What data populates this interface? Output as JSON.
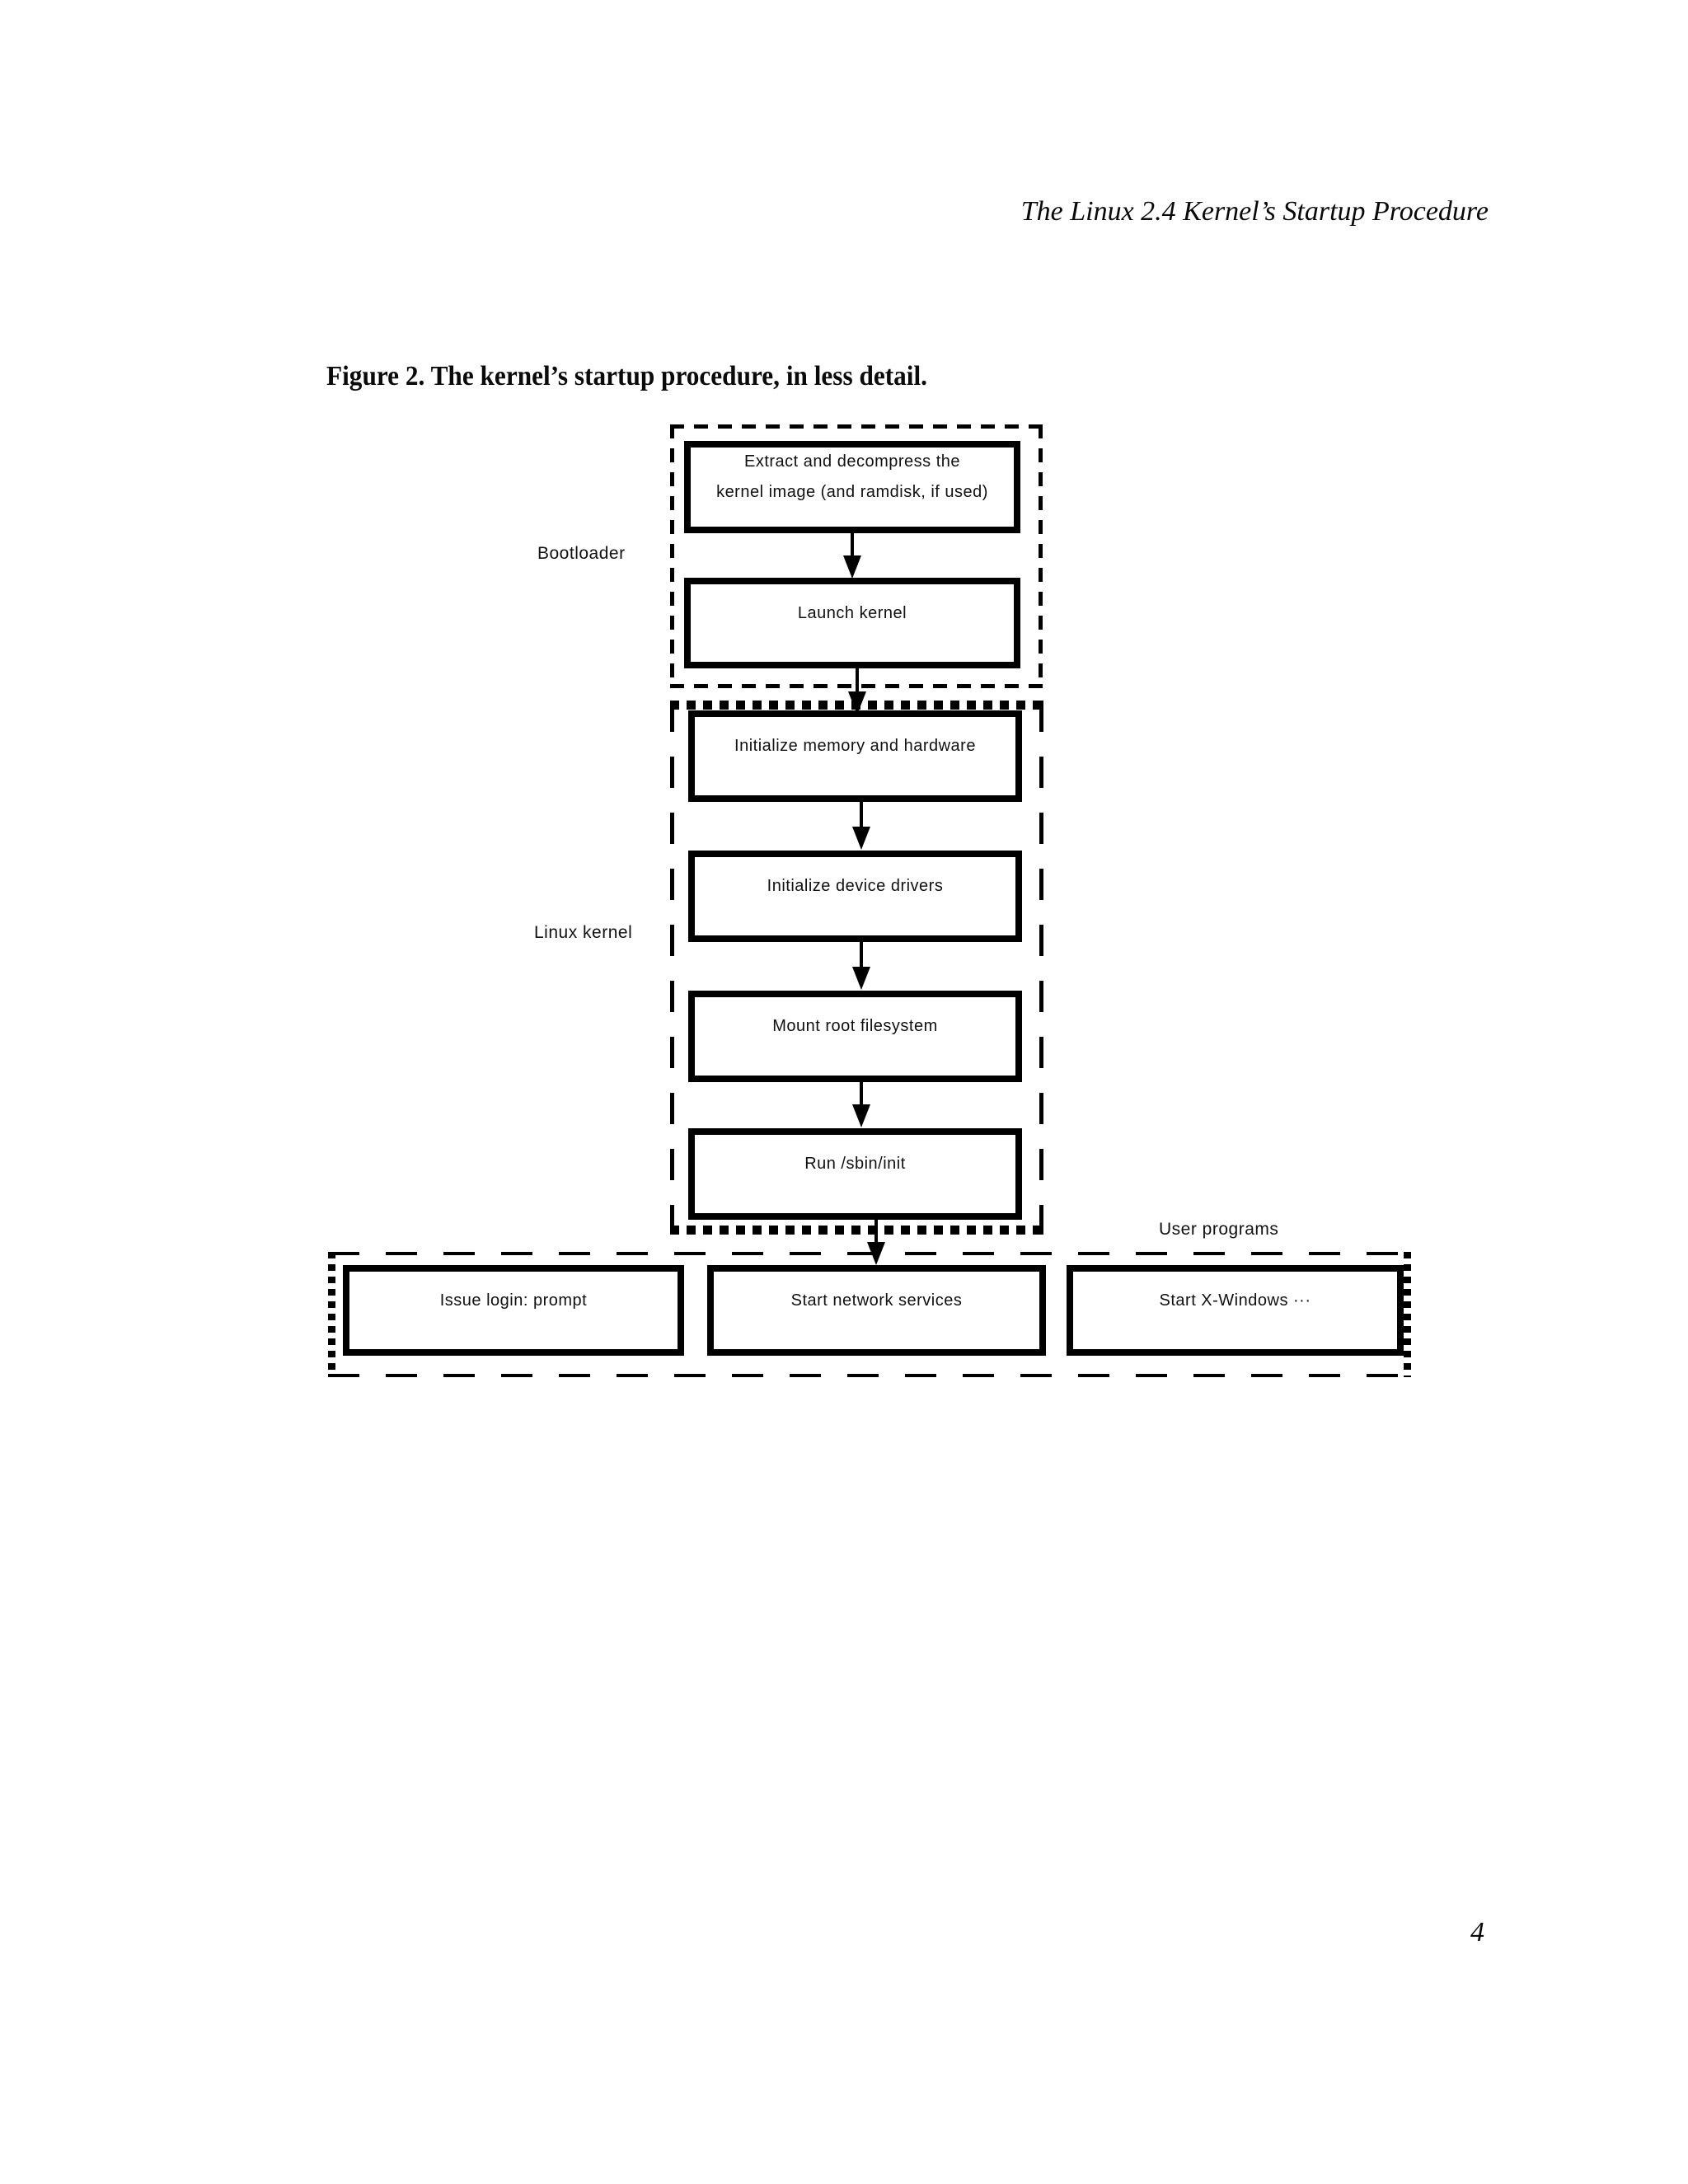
{
  "page": {
    "header": "The Linux 2.4 Kernel’s Startup Procedure",
    "figure_caption": "Figure 2. The kernel’s startup procedure, in less detail.",
    "page_number": "4"
  },
  "colors": {
    "ink": "#000000",
    "paper": "#ffffff"
  },
  "diagram": {
    "bootloader": {
      "label": "Bootloader",
      "extract_box_line1": "Extract and decompress the",
      "extract_box_line2": "kernel image (and ramdisk, if used)",
      "launch_box": "Launch kernel"
    },
    "kernel": {
      "label": "Linux kernel",
      "boxes": [
        "Initialize memory and hardware",
        "Initialize device drivers",
        "Mount root filesystem",
        "Run /sbin/init"
      ]
    },
    "user_programs": {
      "label": "User programs",
      "boxes": [
        "Issue login: prompt",
        "Start network services",
        "Start X-Windows ···"
      ]
    }
  }
}
